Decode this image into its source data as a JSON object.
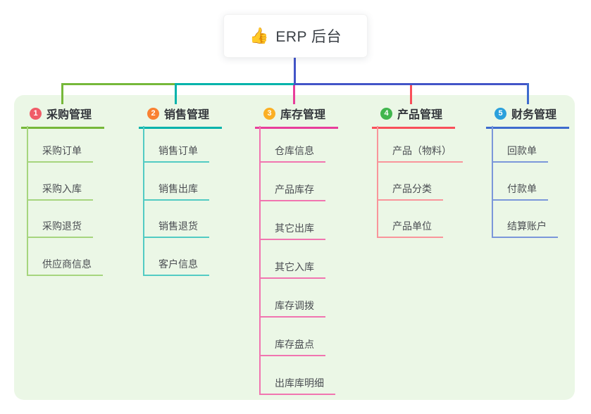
{
  "root": {
    "emoji": "👍",
    "label": "ERP 后台"
  },
  "panel": {
    "bg": "#ebf7e6"
  },
  "connectors": {
    "root_line_color": "#4355c8",
    "bus_segment_colors": [
      "#76b83a",
      "#00b3ab",
      "#4355c8"
    ]
  },
  "branches": [
    {
      "num": "1",
      "label": "采购管理",
      "badge_color": "#f05c68",
      "line_color": "#76b83a",
      "child_line_color": "#a6d57e",
      "children": [
        "采购订单",
        "采购入库",
        "采购退货",
        "供应商信息"
      ]
    },
    {
      "num": "2",
      "label": "销售管理",
      "badge_color": "#f98132",
      "line_color": "#00b3ab",
      "child_line_color": "#52cbc3",
      "children": [
        "销售订单",
        "销售出库",
        "销售退货",
        "客户信息"
      ]
    },
    {
      "num": "3",
      "label": "库存管理",
      "badge_color": "#fbaf24",
      "line_color": "#e83e9b",
      "child_line_color": "#f175b0",
      "children": [
        "仓库信息",
        "产品库存",
        "其它出库",
        "其它入库",
        "库存调拨",
        "库存盘点",
        "出库库明细"
      ]
    },
    {
      "num": "4",
      "label": "产品管理",
      "badge_color": "#41b64e",
      "line_color": "#f9505a",
      "child_line_color": "#f9959b",
      "children": [
        "产品（物料）",
        "产品分类",
        "产品单位"
      ]
    },
    {
      "num": "5",
      "label": "财务管理",
      "badge_color": "#2ba0dc",
      "line_color": "#3e6bce",
      "child_line_color": "#7b97da",
      "children": [
        "回款单",
        "付款单",
        "结算账户"
      ]
    }
  ]
}
